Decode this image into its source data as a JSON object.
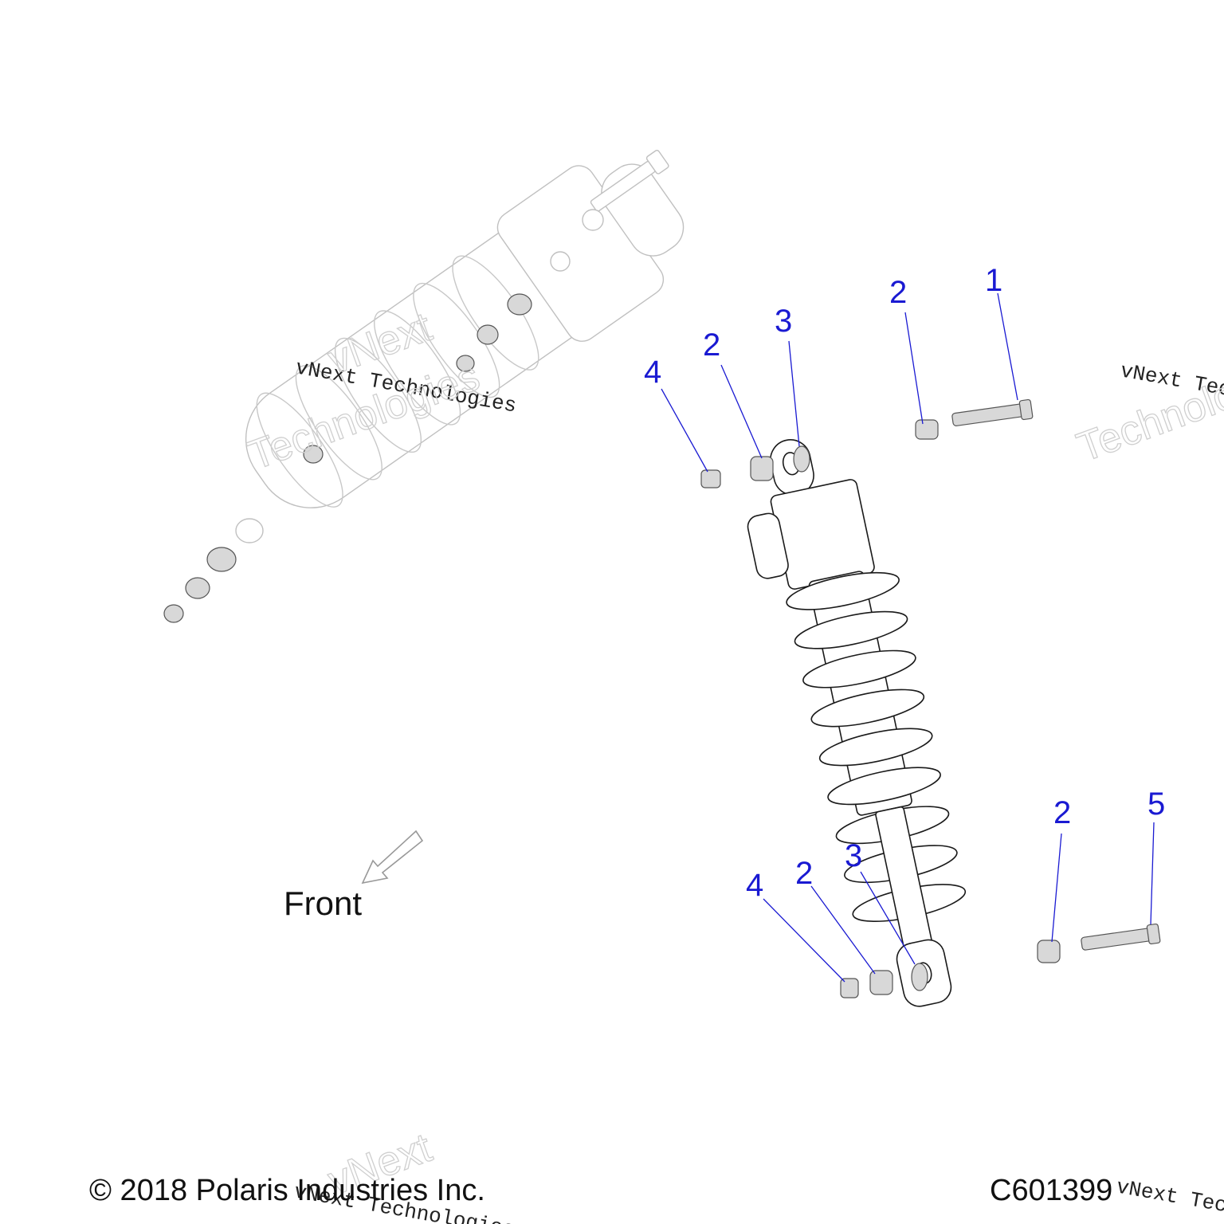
{
  "callouts": [
    {
      "label": "1"
    },
    {
      "label": "2"
    },
    {
      "label": "3"
    },
    {
      "label": "4"
    },
    {
      "label": "2"
    },
    {
      "label": "5"
    },
    {
      "label": "2"
    },
    {
      "label": "3"
    },
    {
      "label": "2"
    },
    {
      "label": "4"
    }
  ],
  "front_label": "Front",
  "copyright": "© 2018 Polaris Industries Inc.",
  "diagram_code": "C601399",
  "watermark": {
    "line1": "vNext Technologies",
    "outline1": "vNext",
    "outline2": "Technologies"
  },
  "colors": {
    "callout": "#1a1ad2",
    "lines": "#1a1a1a",
    "ghost": "#c8c8c8"
  }
}
